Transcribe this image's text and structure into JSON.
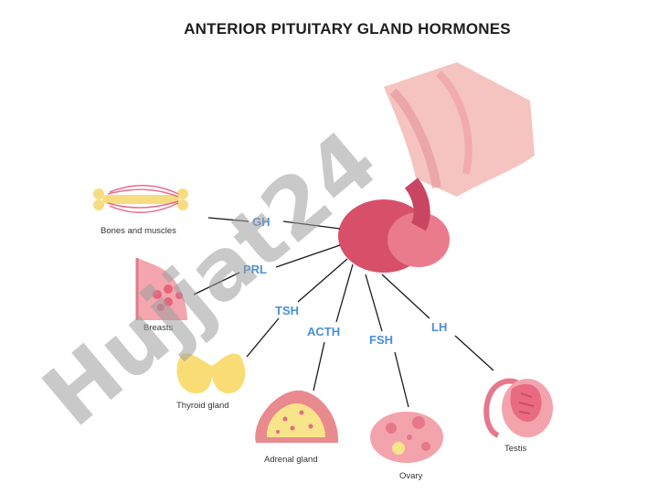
{
  "title": "ANTERIOR PITUITARY GLAND HORMONES",
  "colors": {
    "hormone_text": "#4a90d9",
    "pituitary": "#e36d82",
    "stalk": "#f0a9a5",
    "leader_line": "#1a1a1a",
    "watermark": "#9e9e9e",
    "watermark_purple": "#b58ae0"
  },
  "hormones": {
    "gh": "GH",
    "prl": "PRL",
    "tsh": "TSH",
    "acth": "ACTH",
    "fsh": "FSH",
    "lh": "LH"
  },
  "organs": {
    "bones": "Bones and muscles",
    "breasts": "Breasts",
    "thyroid": "Thyroid gland",
    "adrenal": "Adrenal gland",
    "ovary": "Ovary",
    "testis": "Testis"
  },
  "watermark": {
    "text": "Hujjat24"
  }
}
